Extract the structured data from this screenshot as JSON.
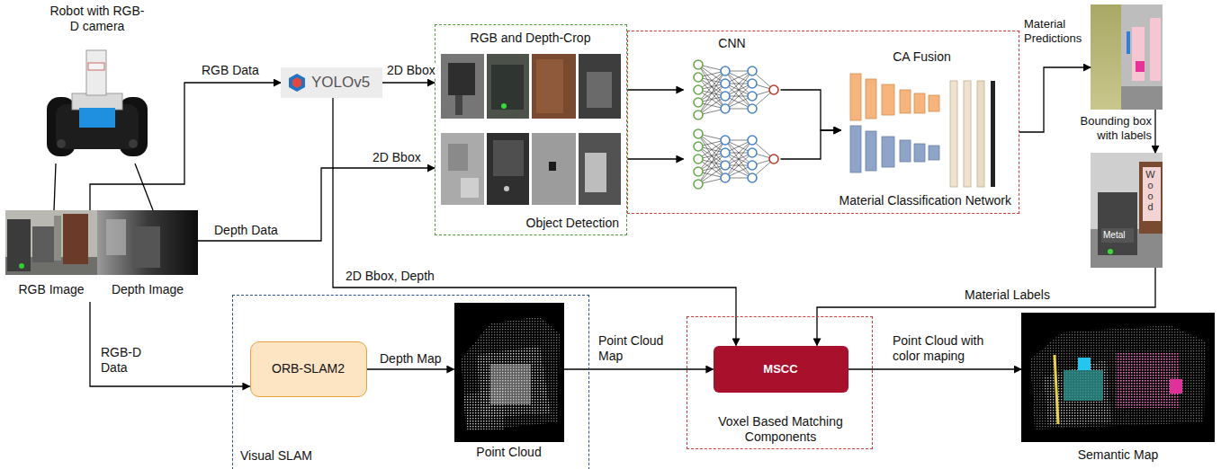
{
  "diagram": {
    "nodes": [
      {
        "text": [
          "Robot with RGB-D camera"
        ]
      },
      {
        "text": [
          "RGB Image"
        ]
      },
      {
        "text": [
          "Depth Image"
        ]
      },
      {
        "text": [
          "YOLOv5"
        ]
      },
      {
        "text": [
          "RGB and Depth-Crop",
          "Object Detection"
        ]
      },
      {
        "text": [
          "Material Classification Network"
        ]
      },
      {
        "text": [
          "CNN"
        ],
        "in": 5
      },
      {
        "text": [
          "CA Fusion"
        ],
        "in": 5
      },
      {
        "text": [
          "Material Predictions"
        ]
      },
      {
        "text": [
          "Metal",
          "Wood"
        ]
      },
      {
        "text": [
          "Visual SLAM"
        ]
      },
      {
        "text": [
          "ORB-SLAM2"
        ],
        "in": 10
      },
      {
        "text": [
          "Point Cloud"
        ],
        "in": 10
      },
      {
        "text": [
          "Voxel Based Matching Components"
        ]
      },
      {
        "text": [
          "MSCC"
        ],
        "in": 13
      },
      {
        "text": [
          "Semantic Map"
        ]
      }
    ],
    "edges": [
      {
        "from": 0,
        "to": 1,
        "arrow": "none"
      },
      {
        "from": 0,
        "to": 2,
        "arrow": "none"
      },
      {
        "from": 1,
        "to": 3,
        "label": "RGB Data",
        "arrow": "to"
      },
      {
        "from": 3,
        "to": 4,
        "label": "2D Bbox",
        "arrow": "to"
      },
      {
        "from": 2,
        "to": 4,
        "label": "Depth Data",
        "arrow": "to"
      },
      {
        "from": 3,
        "to": 14,
        "label": "2D Bbox, Depth",
        "arrow": "to"
      },
      {
        "from": 4,
        "to": 6,
        "arrow": "to"
      },
      {
        "from": 4,
        "to": 6,
        "arrow": "to"
      },
      {
        "from": 6,
        "to": 7,
        "arrow": "to"
      },
      {
        "from": 6,
        "to": 7,
        "arrow": "to"
      },
      {
        "from": 5,
        "to": 8,
        "arrow": "to"
      },
      {
        "from": 8,
        "to": 9,
        "label": "Bounding box with labels",
        "arrow": "to"
      },
      {
        "from": 9,
        "to": 14,
        "label": "Material Labels",
        "arrow": "to"
      },
      {
        "from": 1,
        "to": 11,
        "label": "RGB-D Data",
        "arrow": "to"
      },
      {
        "from": 11,
        "to": 12,
        "label": "Depth Map",
        "arrow": "to"
      },
      {
        "from": 12,
        "to": 14,
        "label": "Point Cloud Map",
        "arrow": "to"
      },
      {
        "from": 14,
        "to": 15,
        "label": "Point Cloud with color maping",
        "arrow": "to"
      }
    ],
    "labels": [
      "2D Bbox"
    ]
  }
}
